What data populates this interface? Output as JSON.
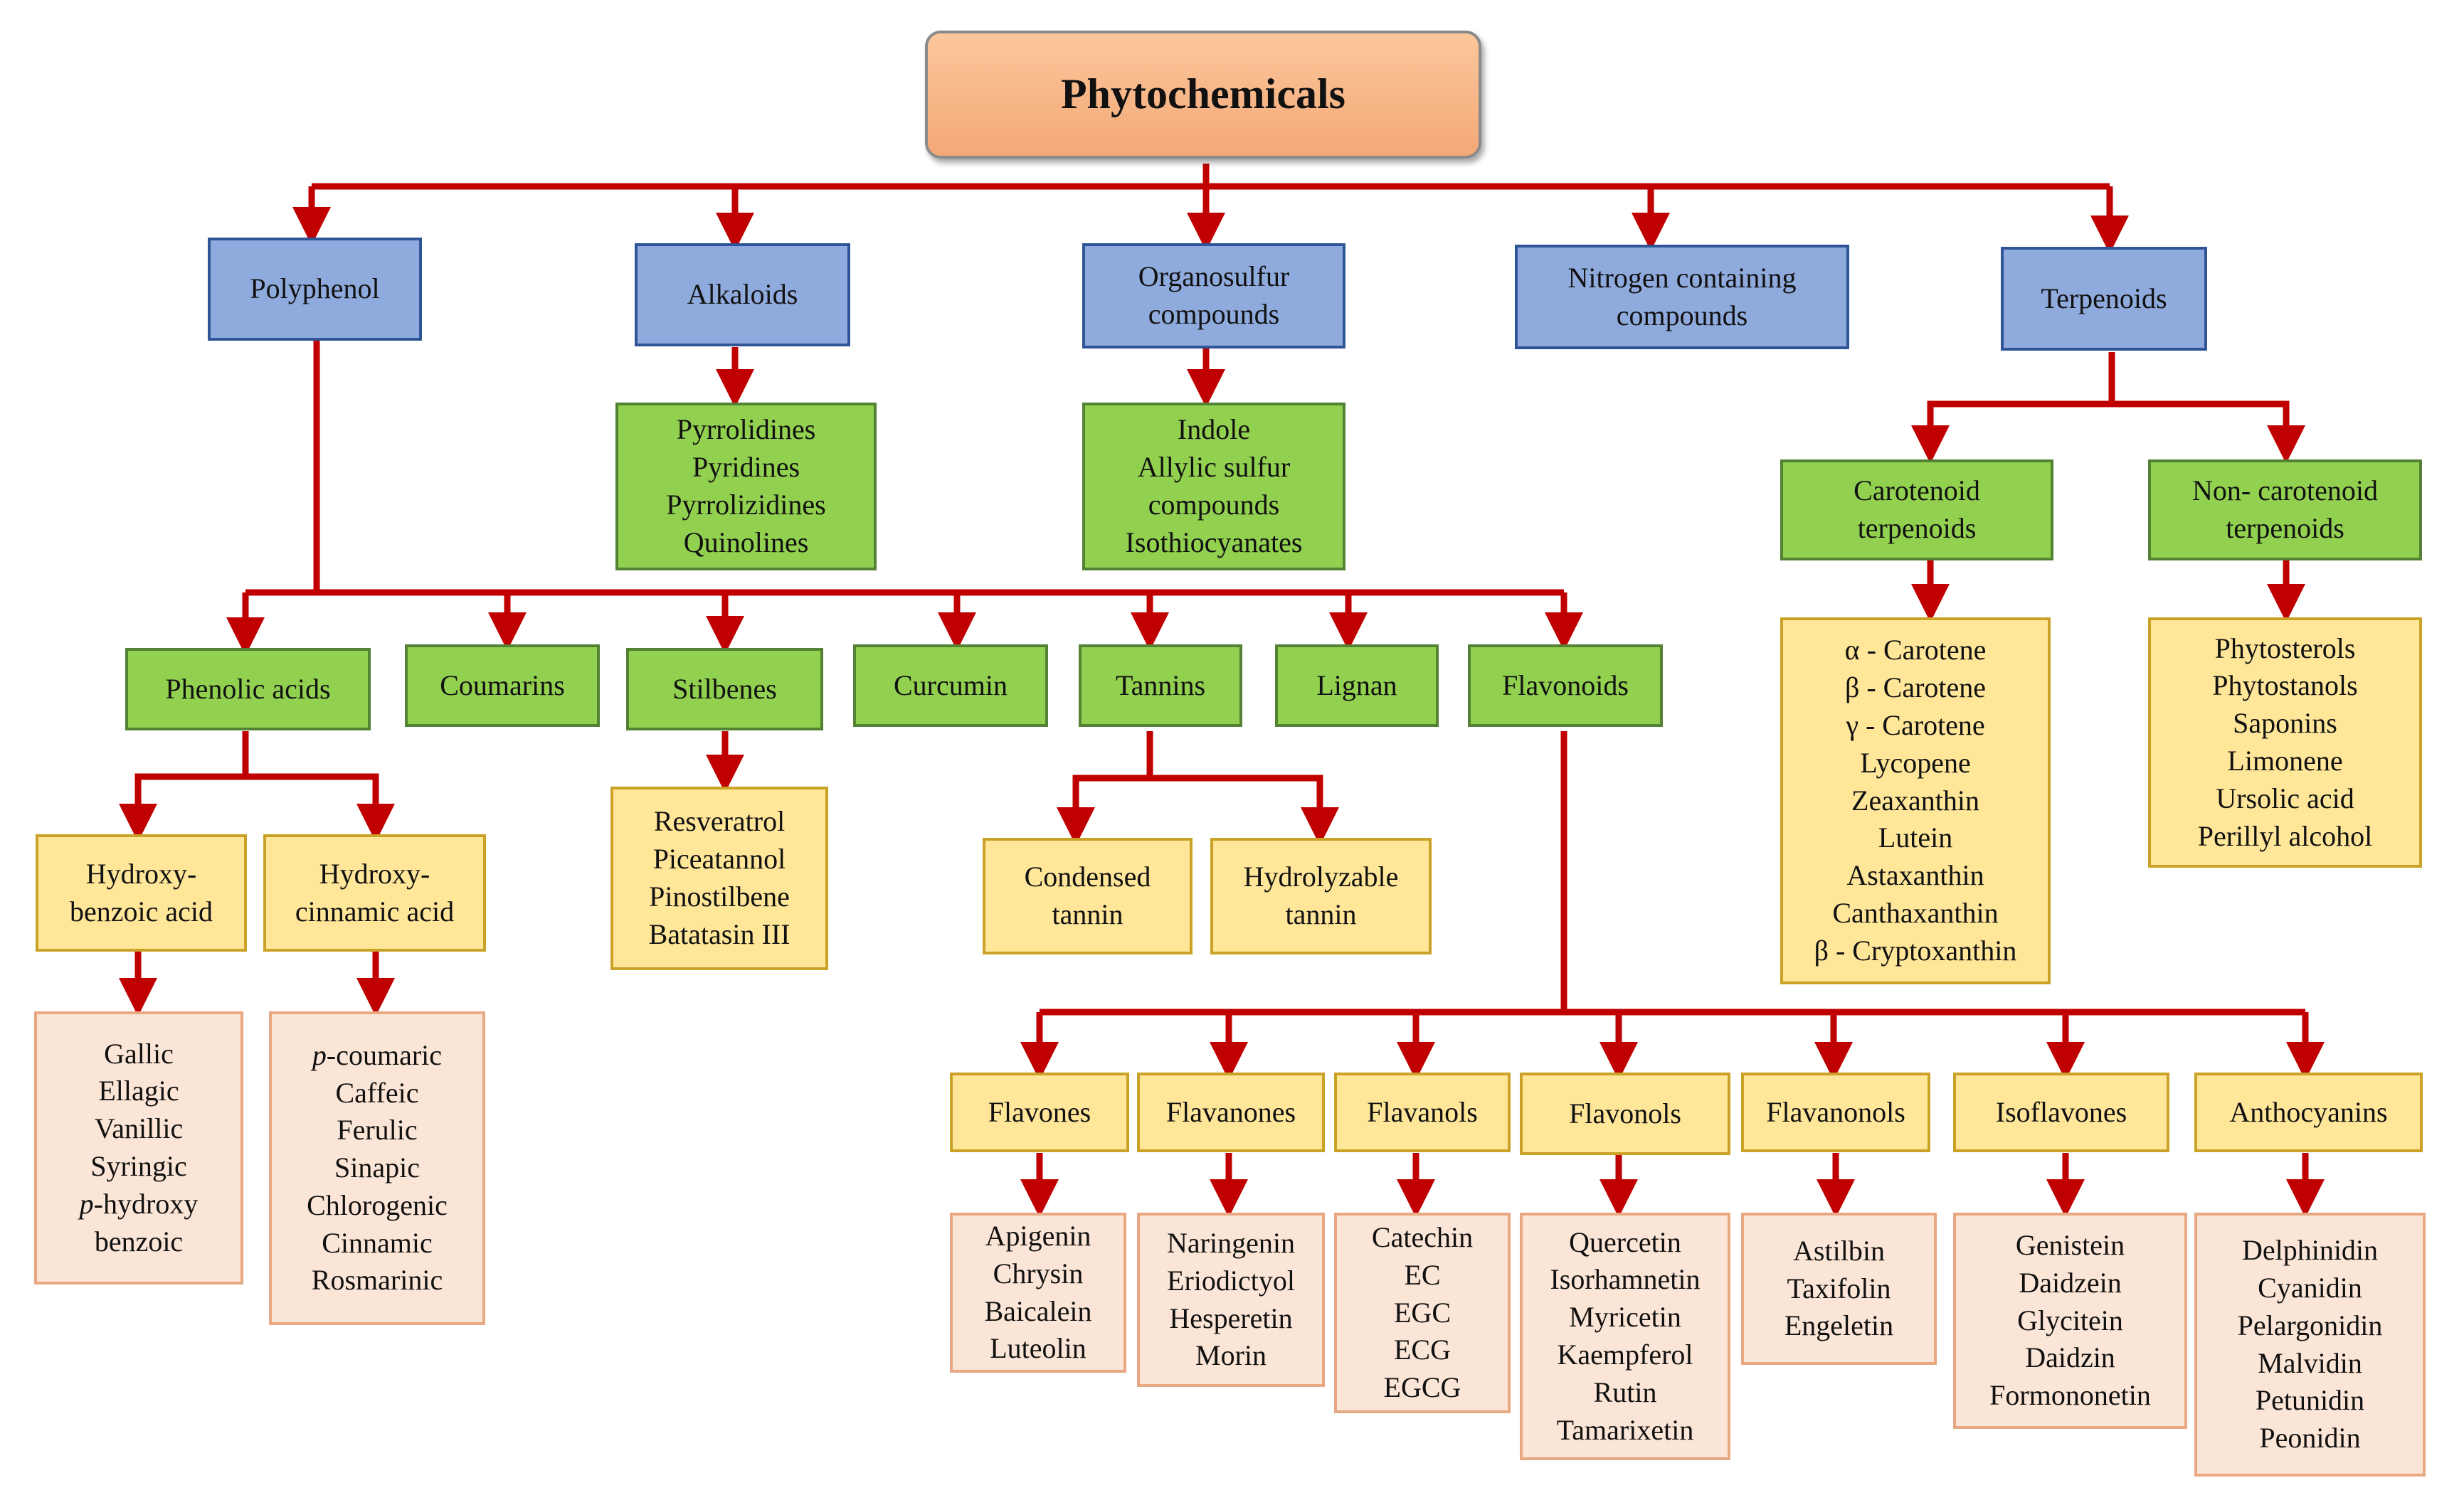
{
  "root": "Phytochemicals",
  "classes": {
    "polyphenol": "Polyphenol",
    "alkaloids": "Alkaloids",
    "organosulfur": [
      "Organosulfur",
      "compounds"
    ],
    "nitrogen": [
      "Nitrogen containing",
      "compounds"
    ],
    "terpenoids": "Terpenoids"
  },
  "alkaloid_types": [
    "Pyrrolidines",
    "Pyridines",
    "Pyrrolizidines",
    "Quinolines"
  ],
  "organosulfur_types": [
    "Indole",
    "Allylic sulfur",
    "compounds",
    "Isothiocyanates"
  ],
  "terpenoid_groups": {
    "carotenoid": [
      "Carotenoid",
      "terpenoids"
    ],
    "non_carotenoid": [
      "Non- carotenoid",
      "terpenoids"
    ]
  },
  "carotenoid_list": [
    "α  - Carotene",
    "β  - Carotene",
    "γ  - Carotene",
    "Lycopene",
    "Zeaxanthin",
    "Lutein",
    "Astaxanthin",
    "Canthaxanthin",
    "β - Cryptoxanthin"
  ],
  "non_carotenoid_list": [
    "Phytosterols",
    "Phytostanols",
    "Saponins",
    "Limonene",
    "Ursolic acid",
    "Perillyl alcohol"
  ],
  "polyphenol_groups": {
    "phenolic_acids": "Phenolic acids",
    "coumarins": "Coumarins",
    "stilbenes": "Stilbenes",
    "curcumin": "Curcumin",
    "tannins": "Tannins",
    "lignan": "Lignan",
    "flavonoids": "Flavonoids"
  },
  "phenolic_subgroups": {
    "hydroxybenzoic": [
      "Hydroxy-",
      "benzoic acid"
    ],
    "hydroxycinnamic": [
      "Hydroxy-",
      "cinnamic acid"
    ]
  },
  "hydroxybenzoic_list": [
    "Gallic",
    "Ellagic",
    "Vanillic",
    "Syringic",
    "p-hydroxy",
    "benzoic"
  ],
  "hydroxycinnamic_list": [
    "p-coumaric",
    "Caffeic",
    "Ferulic",
    "Sinapic",
    "Chlorogenic",
    "Cinnamic",
    "Rosmarinic"
  ],
  "stilbene_list": [
    "Resveratrol",
    "Piceatannol",
    "Pinostilbene",
    "Batatasin III"
  ],
  "tannin_types": {
    "condensed": [
      "Condensed",
      "tannin"
    ],
    "hydrolyzable": [
      "Hydrolyzable",
      "tannin"
    ]
  },
  "flavonoid_classes": {
    "flavones": "Flavones",
    "flavanones": "Flavanones",
    "flavanols": "Flavanols",
    "flavonols": "Flavonols",
    "flavanonols": "Flavanonols",
    "isoflavones": "Isoflavones",
    "anthocyanins": "Anthocyanins"
  },
  "flavones_list": [
    "Apigenin",
    "Chrysin",
    "Baicalein",
    "Luteolin"
  ],
  "flavanones_list": [
    "Naringenin",
    "Eriodictyol",
    "Hesperetin",
    "Morin"
  ],
  "flavanols_list": [
    "Catechin",
    "EC",
    "EGC",
    "ECG",
    "EGCG"
  ],
  "flavonols_list": [
    "Quercetin",
    "Isorhamnetin",
    "Myricetin",
    "Kaempferol",
    "Rutin",
    "Tamarixetin"
  ],
  "flavanonols_list": [
    "Astilbin",
    "Taxifolin",
    "Engeletin"
  ],
  "isoflavones_list": [
    "Genistein",
    "Daidzein",
    "Glycitein",
    "Daidzin",
    "Formononetin"
  ],
  "anthocyanins_list": [
    "Delphinidin",
    "Cyanidin",
    "Pelargonidin",
    "Malvidin",
    "Petunidin",
    "Peonidin"
  ],
  "colors": {
    "connector": "#c00000",
    "root_fill": "#f4a877",
    "class_fill": "#8faadc",
    "group_fill": "#92d050",
    "subgroup_fill": "#ffe699",
    "compound_fill": "#fbe5d6"
  }
}
